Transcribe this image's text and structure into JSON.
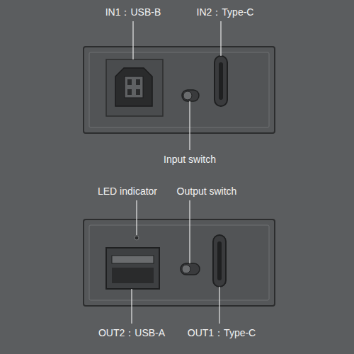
{
  "diagram": {
    "labels": [
      "IN1：USB-B",
      "IN2：Type-C",
      "Input switch",
      "LED indicator",
      "Output switch",
      "OUT2：USB-A",
      "OUT1：Type-C"
    ]
  }
}
